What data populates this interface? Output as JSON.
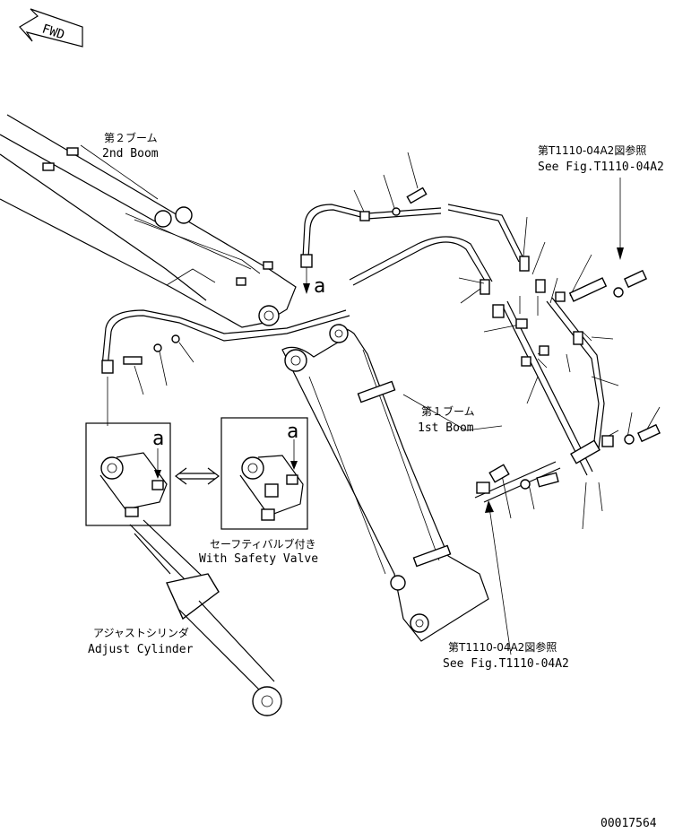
{
  "direction_marker": "FWD",
  "labels": {
    "second_boom_jp": "第２ブーム",
    "second_boom_en": "2nd Boom",
    "first_boom_jp": "第１ブーム",
    "first_boom_en": "1st Boom",
    "see_fig_top_jp": "第T1110-04A2図参照",
    "see_fig_top_en": "See Fig.T1110-04A2",
    "see_fig_bottom_jp": "第T1110-04A2図参照",
    "see_fig_bottom_en": "See Fig.T1110-04A2",
    "safety_valve_jp": "セーフティバルブ付き",
    "safety_valve_en": "With Safety Valve",
    "adjust_cyl_jp": "アジャストシリンダ",
    "adjust_cyl_en": "Adjust Cylinder",
    "ref_a_main": "a",
    "ref_a_inset1": "a",
    "ref_a_inset2": "a",
    "drawing_number": "00017564"
  }
}
